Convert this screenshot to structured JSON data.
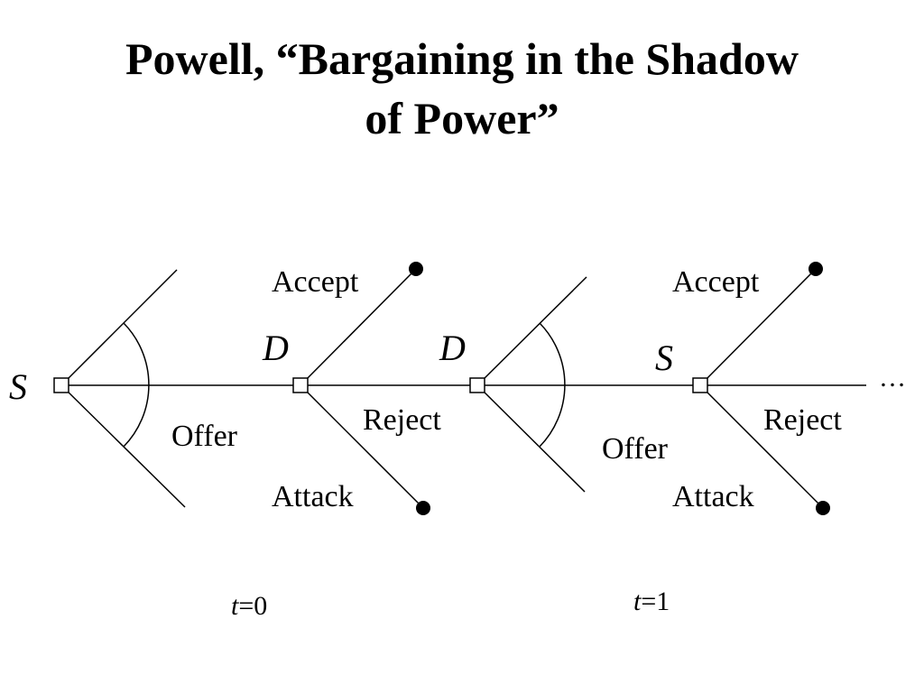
{
  "slide": {
    "title_line1": "Powell, “Bargaining in the Shadow",
    "title_line2": "of Power”"
  },
  "tree": {
    "initial_player": "S",
    "stage0": {
      "offer_label": "Offer",
      "responder": "D",
      "accept_label": "Accept",
      "reject_label": "Reject",
      "attack_label": "Attack",
      "time_var": "t",
      "time_eq": "=0"
    },
    "between_player": "D",
    "stage1": {
      "proposer": "S",
      "offer_label": "Offer",
      "accept_label": "Accept",
      "reject_label": "Reject",
      "attack_label": "Attack",
      "time_var": "t",
      "time_eq": "=1"
    },
    "continuation": "…"
  }
}
